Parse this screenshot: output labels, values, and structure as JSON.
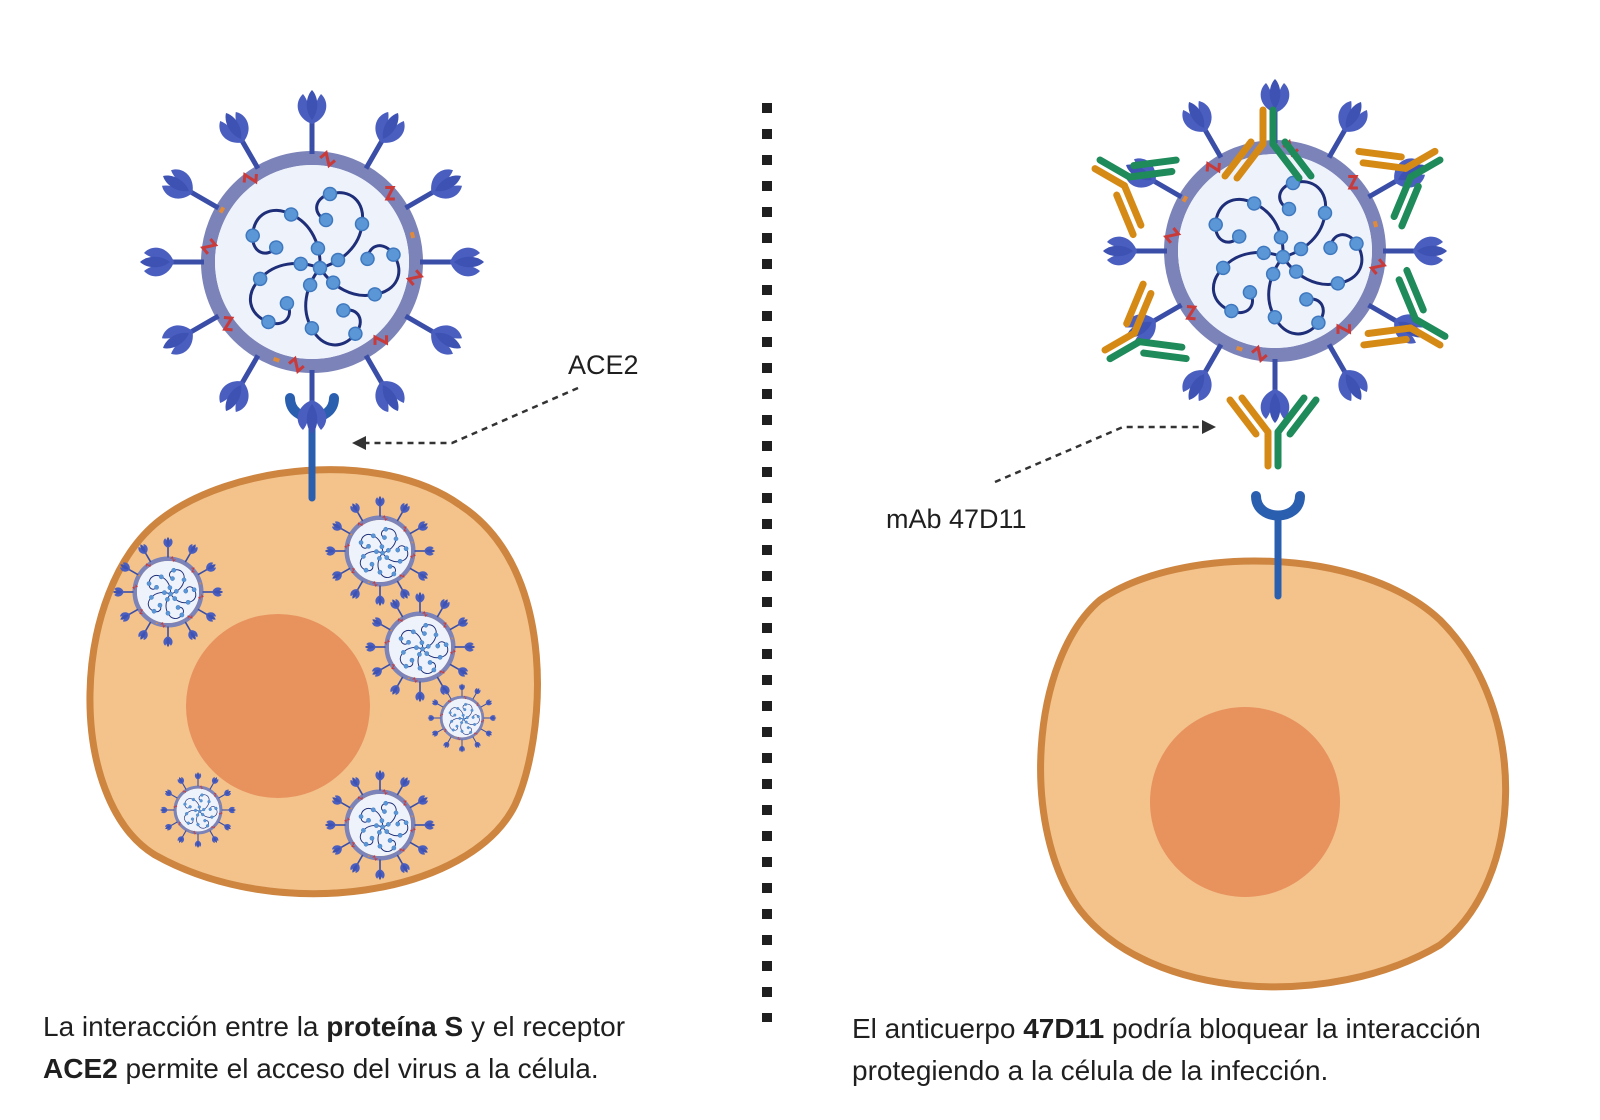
{
  "labels": {
    "ace2": "ACE2",
    "mab": "mAb 47D11"
  },
  "captions": {
    "left": {
      "t1": "La interacción entre la ",
      "b1": "proteína S",
      "t2": " y el receptor",
      "b2": "ACE2",
      "t3": " permite el acceso del virus a la célula."
    },
    "right": {
      "t1": "El anticuerpo ",
      "b1": "47D11",
      "t2": " podría bloquear la interacción",
      "t3": "protegiendo a la célula de la infección."
    }
  },
  "colors": {
    "cell_fill": "#f3c38b",
    "cell_stroke": "#cd8540",
    "nucleus": "#e8925e",
    "virus_envelope": "#7b83b8",
    "virus_inner": "#eef3fb",
    "spike": "#4a5ec0",
    "rna": "#1e2e78",
    "rna_bead": "#5b97d6",
    "receptor": "#2a5fb0",
    "antibody_green": "#1f8a5a",
    "antibody_orange": "#d68a16"
  }
}
